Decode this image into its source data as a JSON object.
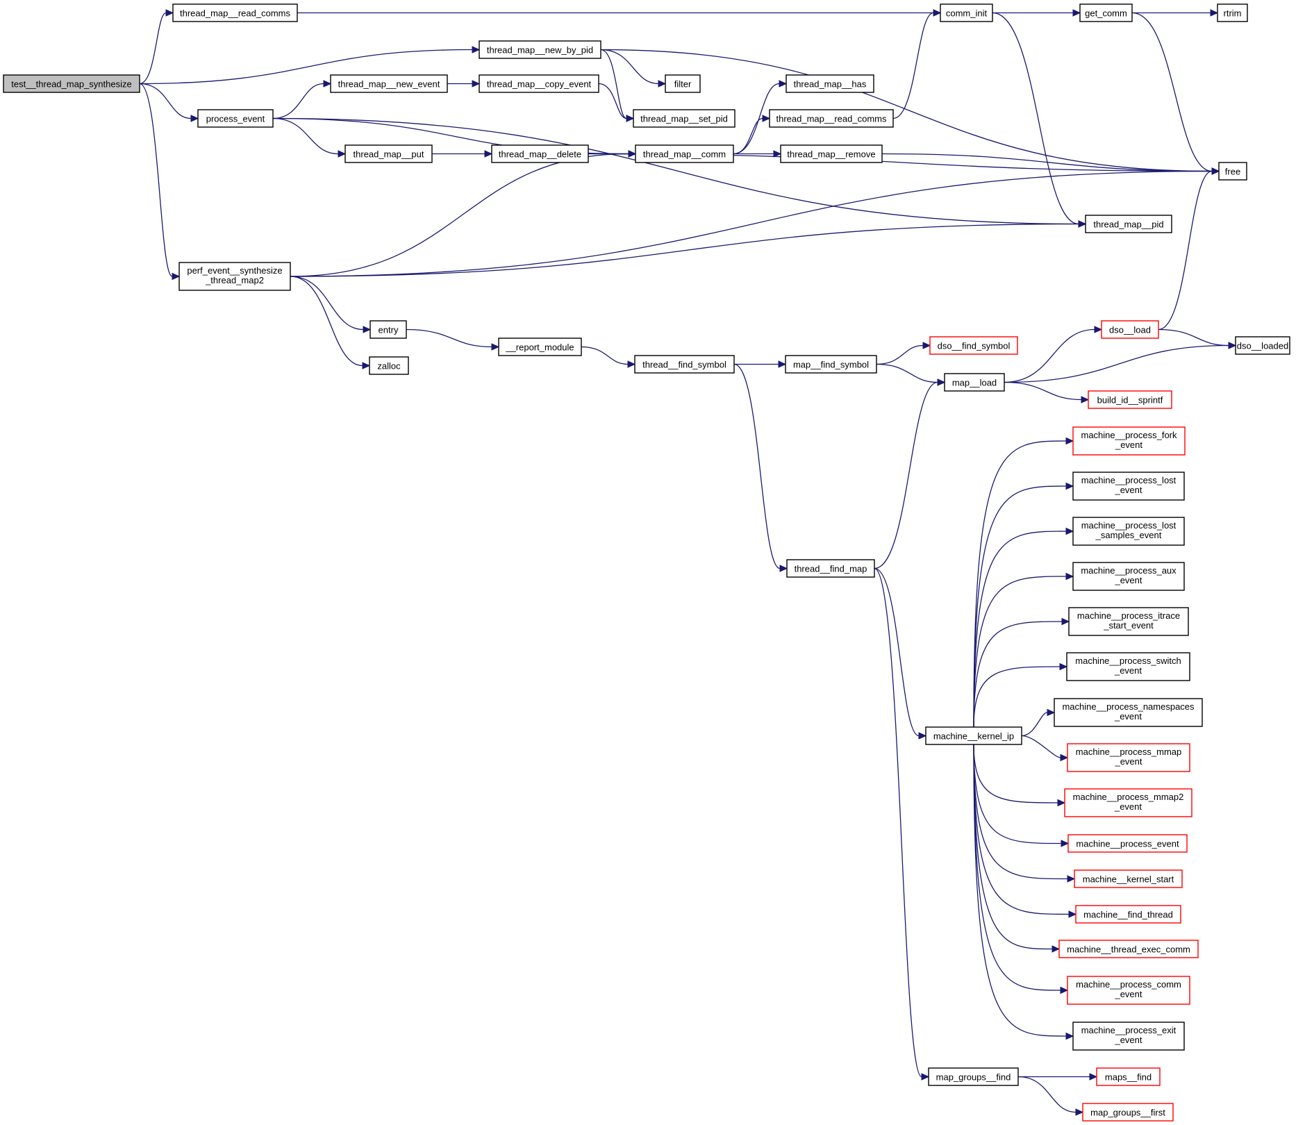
{
  "title": "test__thread_map_synthesize call graph",
  "colors": {
    "edge": "#191970",
    "node_border": "#000000",
    "truncated_border": "#ff0000",
    "root_fill": "#bfbfbf"
  },
  "nodes": [
    {
      "id": "test__thread_map_synthesize",
      "label": [
        "test__thread_map_synthesize"
      ],
      "kind": "root"
    },
    {
      "id": "thread_map__read_comms_a",
      "label": [
        "thread_map__read_comms"
      ],
      "kind": "normal"
    },
    {
      "id": "thread_map__new_by_pid",
      "label": [
        "thread_map__new_by_pid"
      ],
      "kind": "normal"
    },
    {
      "id": "process_event",
      "label": [
        "process_event"
      ],
      "kind": "normal"
    },
    {
      "id": "thread_map__new_event",
      "label": [
        "thread_map__new_event"
      ],
      "kind": "normal"
    },
    {
      "id": "thread_map__copy_event",
      "label": [
        "thread_map__copy_event"
      ],
      "kind": "normal"
    },
    {
      "id": "filter",
      "label": [
        "filter"
      ],
      "kind": "normal"
    },
    {
      "id": "thread_map__set_pid",
      "label": [
        "thread_map__set_pid"
      ],
      "kind": "normal"
    },
    {
      "id": "thread_map__put",
      "label": [
        "thread_map__put"
      ],
      "kind": "normal"
    },
    {
      "id": "thread_map__delete",
      "label": [
        "thread_map__delete"
      ],
      "kind": "normal"
    },
    {
      "id": "thread_map__comm",
      "label": [
        "thread_map__comm"
      ],
      "kind": "normal"
    },
    {
      "id": "thread_map__has",
      "label": [
        "thread_map__has"
      ],
      "kind": "normal"
    },
    {
      "id": "thread_map__read_comms_b",
      "label": [
        "thread_map__read_comms"
      ],
      "kind": "normal"
    },
    {
      "id": "thread_map__remove",
      "label": [
        "thread_map__remove"
      ],
      "kind": "normal"
    },
    {
      "id": "comm_init",
      "label": [
        "comm_init"
      ],
      "kind": "normal"
    },
    {
      "id": "get_comm",
      "label": [
        "get_comm"
      ],
      "kind": "normal"
    },
    {
      "id": "rtrim",
      "label": [
        "rtrim"
      ],
      "kind": "normal"
    },
    {
      "id": "free",
      "label": [
        "free"
      ],
      "kind": "normal"
    },
    {
      "id": "thread_map__pid",
      "label": [
        "thread_map__pid"
      ],
      "kind": "normal"
    },
    {
      "id": "perf_event__synthesize_thread_map2",
      "label": [
        "perf_event__synthesize",
        "_thread_map2"
      ],
      "kind": "normal"
    },
    {
      "id": "entry",
      "label": [
        "entry"
      ],
      "kind": "normal"
    },
    {
      "id": "zalloc",
      "label": [
        "zalloc"
      ],
      "kind": "normal"
    },
    {
      "id": "__report_module",
      "label": [
        "__report_module"
      ],
      "kind": "normal"
    },
    {
      "id": "thread__find_symbol",
      "label": [
        "thread__find_symbol"
      ],
      "kind": "normal"
    },
    {
      "id": "map__find_symbol",
      "label": [
        "map__find_symbol"
      ],
      "kind": "normal"
    },
    {
      "id": "dso__find_symbol",
      "label": [
        "dso__find_symbol"
      ],
      "kind": "truncated"
    },
    {
      "id": "map__load",
      "label": [
        "map__load"
      ],
      "kind": "normal"
    },
    {
      "id": "dso__load",
      "label": [
        "dso__load"
      ],
      "kind": "truncated"
    },
    {
      "id": "dso__loaded",
      "label": [
        "dso__loaded"
      ],
      "kind": "normal"
    },
    {
      "id": "build_id__sprintf",
      "label": [
        "build_id__sprintf"
      ],
      "kind": "truncated"
    },
    {
      "id": "thread__find_map",
      "label": [
        "thread__find_map"
      ],
      "kind": "normal"
    },
    {
      "id": "machine__kernel_ip",
      "label": [
        "machine__kernel_ip"
      ],
      "kind": "normal"
    },
    {
      "id": "machine__process_fork_event",
      "label": [
        "machine__process_fork",
        "_event"
      ],
      "kind": "truncated"
    },
    {
      "id": "machine__process_lost_event",
      "label": [
        "machine__process_lost",
        "_event"
      ],
      "kind": "normal"
    },
    {
      "id": "machine__process_lost_samples_event",
      "label": [
        "machine__process_lost",
        "_samples_event"
      ],
      "kind": "normal"
    },
    {
      "id": "machine__process_aux_event",
      "label": [
        "machine__process_aux",
        "_event"
      ],
      "kind": "normal"
    },
    {
      "id": "machine__process_itrace_start_event",
      "label": [
        "machine__process_itrace",
        "_start_event"
      ],
      "kind": "normal"
    },
    {
      "id": "machine__process_switch_event",
      "label": [
        "machine__process_switch",
        "_event"
      ],
      "kind": "normal"
    },
    {
      "id": "machine__process_namespaces_event",
      "label": [
        "machine__process_namespaces",
        "_event"
      ],
      "kind": "normal"
    },
    {
      "id": "machine__process_mmap_event",
      "label": [
        "machine__process_mmap",
        "_event"
      ],
      "kind": "truncated"
    },
    {
      "id": "machine__process_mmap2_event",
      "label": [
        "machine__process_mmap2",
        "_event"
      ],
      "kind": "truncated"
    },
    {
      "id": "machine__process_event",
      "label": [
        "machine__process_event"
      ],
      "kind": "truncated"
    },
    {
      "id": "machine__kernel_start",
      "label": [
        "machine__kernel_start"
      ],
      "kind": "truncated"
    },
    {
      "id": "machine__find_thread",
      "label": [
        "machine__find_thread"
      ],
      "kind": "truncated"
    },
    {
      "id": "machine__thread_exec_comm",
      "label": [
        "machine__thread_exec_comm"
      ],
      "kind": "truncated"
    },
    {
      "id": "machine__process_comm_event",
      "label": [
        "machine__process_comm",
        "_event"
      ],
      "kind": "truncated"
    },
    {
      "id": "machine__process_exit_event",
      "label": [
        "machine__process_exit",
        "_event"
      ],
      "kind": "normal"
    },
    {
      "id": "map_groups__find",
      "label": [
        "map_groups__find"
      ],
      "kind": "normal"
    },
    {
      "id": "maps__find",
      "label": [
        "maps__find"
      ],
      "kind": "truncated"
    },
    {
      "id": "map_groups__first",
      "label": [
        "map_groups__first"
      ],
      "kind": "truncated"
    }
  ],
  "edges": [
    [
      "test__thread_map_synthesize",
      "thread_map__read_comms_a"
    ],
    [
      "test__thread_map_synthesize",
      "thread_map__new_by_pid"
    ],
    [
      "test__thread_map_synthesize",
      "process_event"
    ],
    [
      "test__thread_map_synthesize",
      "perf_event__synthesize_thread_map2"
    ],
    [
      "thread_map__read_comms_a",
      "comm_init"
    ],
    [
      "thread_map__new_by_pid",
      "filter"
    ],
    [
      "thread_map__new_by_pid",
      "thread_map__set_pid"
    ],
    [
      "thread_map__new_by_pid",
      "free"
    ],
    [
      "process_event",
      "thread_map__new_event"
    ],
    [
      "process_event",
      "thread_map__comm"
    ],
    [
      "process_event",
      "thread_map__put"
    ],
    [
      "process_event",
      "thread_map__pid"
    ],
    [
      "thread_map__new_event",
      "thread_map__copy_event"
    ],
    [
      "thread_map__copy_event",
      "thread_map__set_pid"
    ],
    [
      "thread_map__put",
      "thread_map__delete"
    ],
    [
      "thread_map__delete",
      "thread_map__comm"
    ],
    [
      "thread_map__delete",
      "free"
    ],
    [
      "thread_map__comm",
      "thread_map__has"
    ],
    [
      "thread_map__comm",
      "thread_map__read_comms_b"
    ],
    [
      "thread_map__comm",
      "thread_map__remove"
    ],
    [
      "thread_map__read_comms_b",
      "comm_init"
    ],
    [
      "thread_map__remove",
      "free"
    ],
    [
      "comm_init",
      "get_comm"
    ],
    [
      "comm_init",
      "thread_map__pid"
    ],
    [
      "get_comm",
      "rtrim"
    ],
    [
      "get_comm",
      "free"
    ],
    [
      "perf_event__synthesize_thread_map2",
      "thread_map__comm"
    ],
    [
      "perf_event__synthesize_thread_map2",
      "thread_map__pid"
    ],
    [
      "perf_event__synthesize_thread_map2",
      "free"
    ],
    [
      "perf_event__synthesize_thread_map2",
      "entry"
    ],
    [
      "perf_event__synthesize_thread_map2",
      "zalloc"
    ],
    [
      "entry",
      "__report_module"
    ],
    [
      "__report_module",
      "thread__find_symbol"
    ],
    [
      "thread__find_symbol",
      "map__find_symbol"
    ],
    [
      "thread__find_symbol",
      "thread__find_map"
    ],
    [
      "map__find_symbol",
      "dso__find_symbol"
    ],
    [
      "map__find_symbol",
      "map__load"
    ],
    [
      "map__load",
      "dso__load"
    ],
    [
      "map__load",
      "dso__loaded"
    ],
    [
      "map__load",
      "build_id__sprintf"
    ],
    [
      "dso__load",
      "dso__loaded"
    ],
    [
      "dso__load",
      "free"
    ],
    [
      "thread__find_map",
      "map__load"
    ],
    [
      "thread__find_map",
      "machine__kernel_ip"
    ],
    [
      "thread__find_map",
      "map_groups__find"
    ],
    [
      "machine__kernel_ip",
      "machine__process_fork_event"
    ],
    [
      "machine__kernel_ip",
      "machine__process_lost_event"
    ],
    [
      "machine__kernel_ip",
      "machine__process_lost_samples_event"
    ],
    [
      "machine__kernel_ip",
      "machine__process_aux_event"
    ],
    [
      "machine__kernel_ip",
      "machine__process_itrace_start_event"
    ],
    [
      "machine__kernel_ip",
      "machine__process_switch_event"
    ],
    [
      "machine__kernel_ip",
      "machine__process_namespaces_event"
    ],
    [
      "machine__kernel_ip",
      "machine__process_mmap_event"
    ],
    [
      "machine__kernel_ip",
      "machine__process_mmap2_event"
    ],
    [
      "machine__kernel_ip",
      "machine__process_event"
    ],
    [
      "machine__kernel_ip",
      "machine__kernel_start"
    ],
    [
      "machine__kernel_ip",
      "machine__find_thread"
    ],
    [
      "machine__kernel_ip",
      "machine__thread_exec_comm"
    ],
    [
      "machine__kernel_ip",
      "machine__process_comm_event"
    ],
    [
      "machine__kernel_ip",
      "machine__process_exit_event"
    ],
    [
      "map_groups__find",
      "maps__find"
    ],
    [
      "map_groups__find",
      "map_groups__first"
    ]
  ]
}
